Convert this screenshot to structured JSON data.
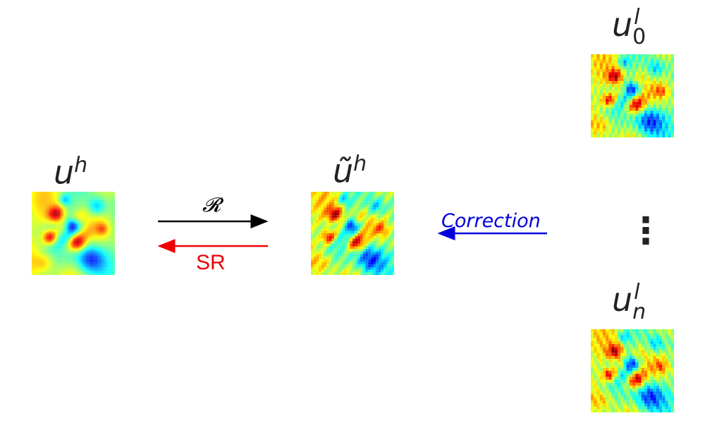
{
  "nodes": {
    "high_res": {
      "base": "u",
      "sup": "h",
      "sub": ""
    },
    "reconstructed": {
      "base": "ũ",
      "sup": "h",
      "sub": ""
    },
    "low_res_first": {
      "base": "u",
      "sup": "l",
      "sub": "0"
    },
    "low_res_last": {
      "base": "u",
      "sup": "l",
      "sub": "n"
    }
  },
  "ellipsis": "⋮",
  "arrows": {
    "restriction": {
      "label": "𝓡",
      "color": "#000000"
    },
    "super_resolution": {
      "label": "SR",
      "color": "#ee0000"
    },
    "correction": {
      "label": "Correction",
      "color": "#0000dd"
    }
  },
  "colormap": "jet"
}
